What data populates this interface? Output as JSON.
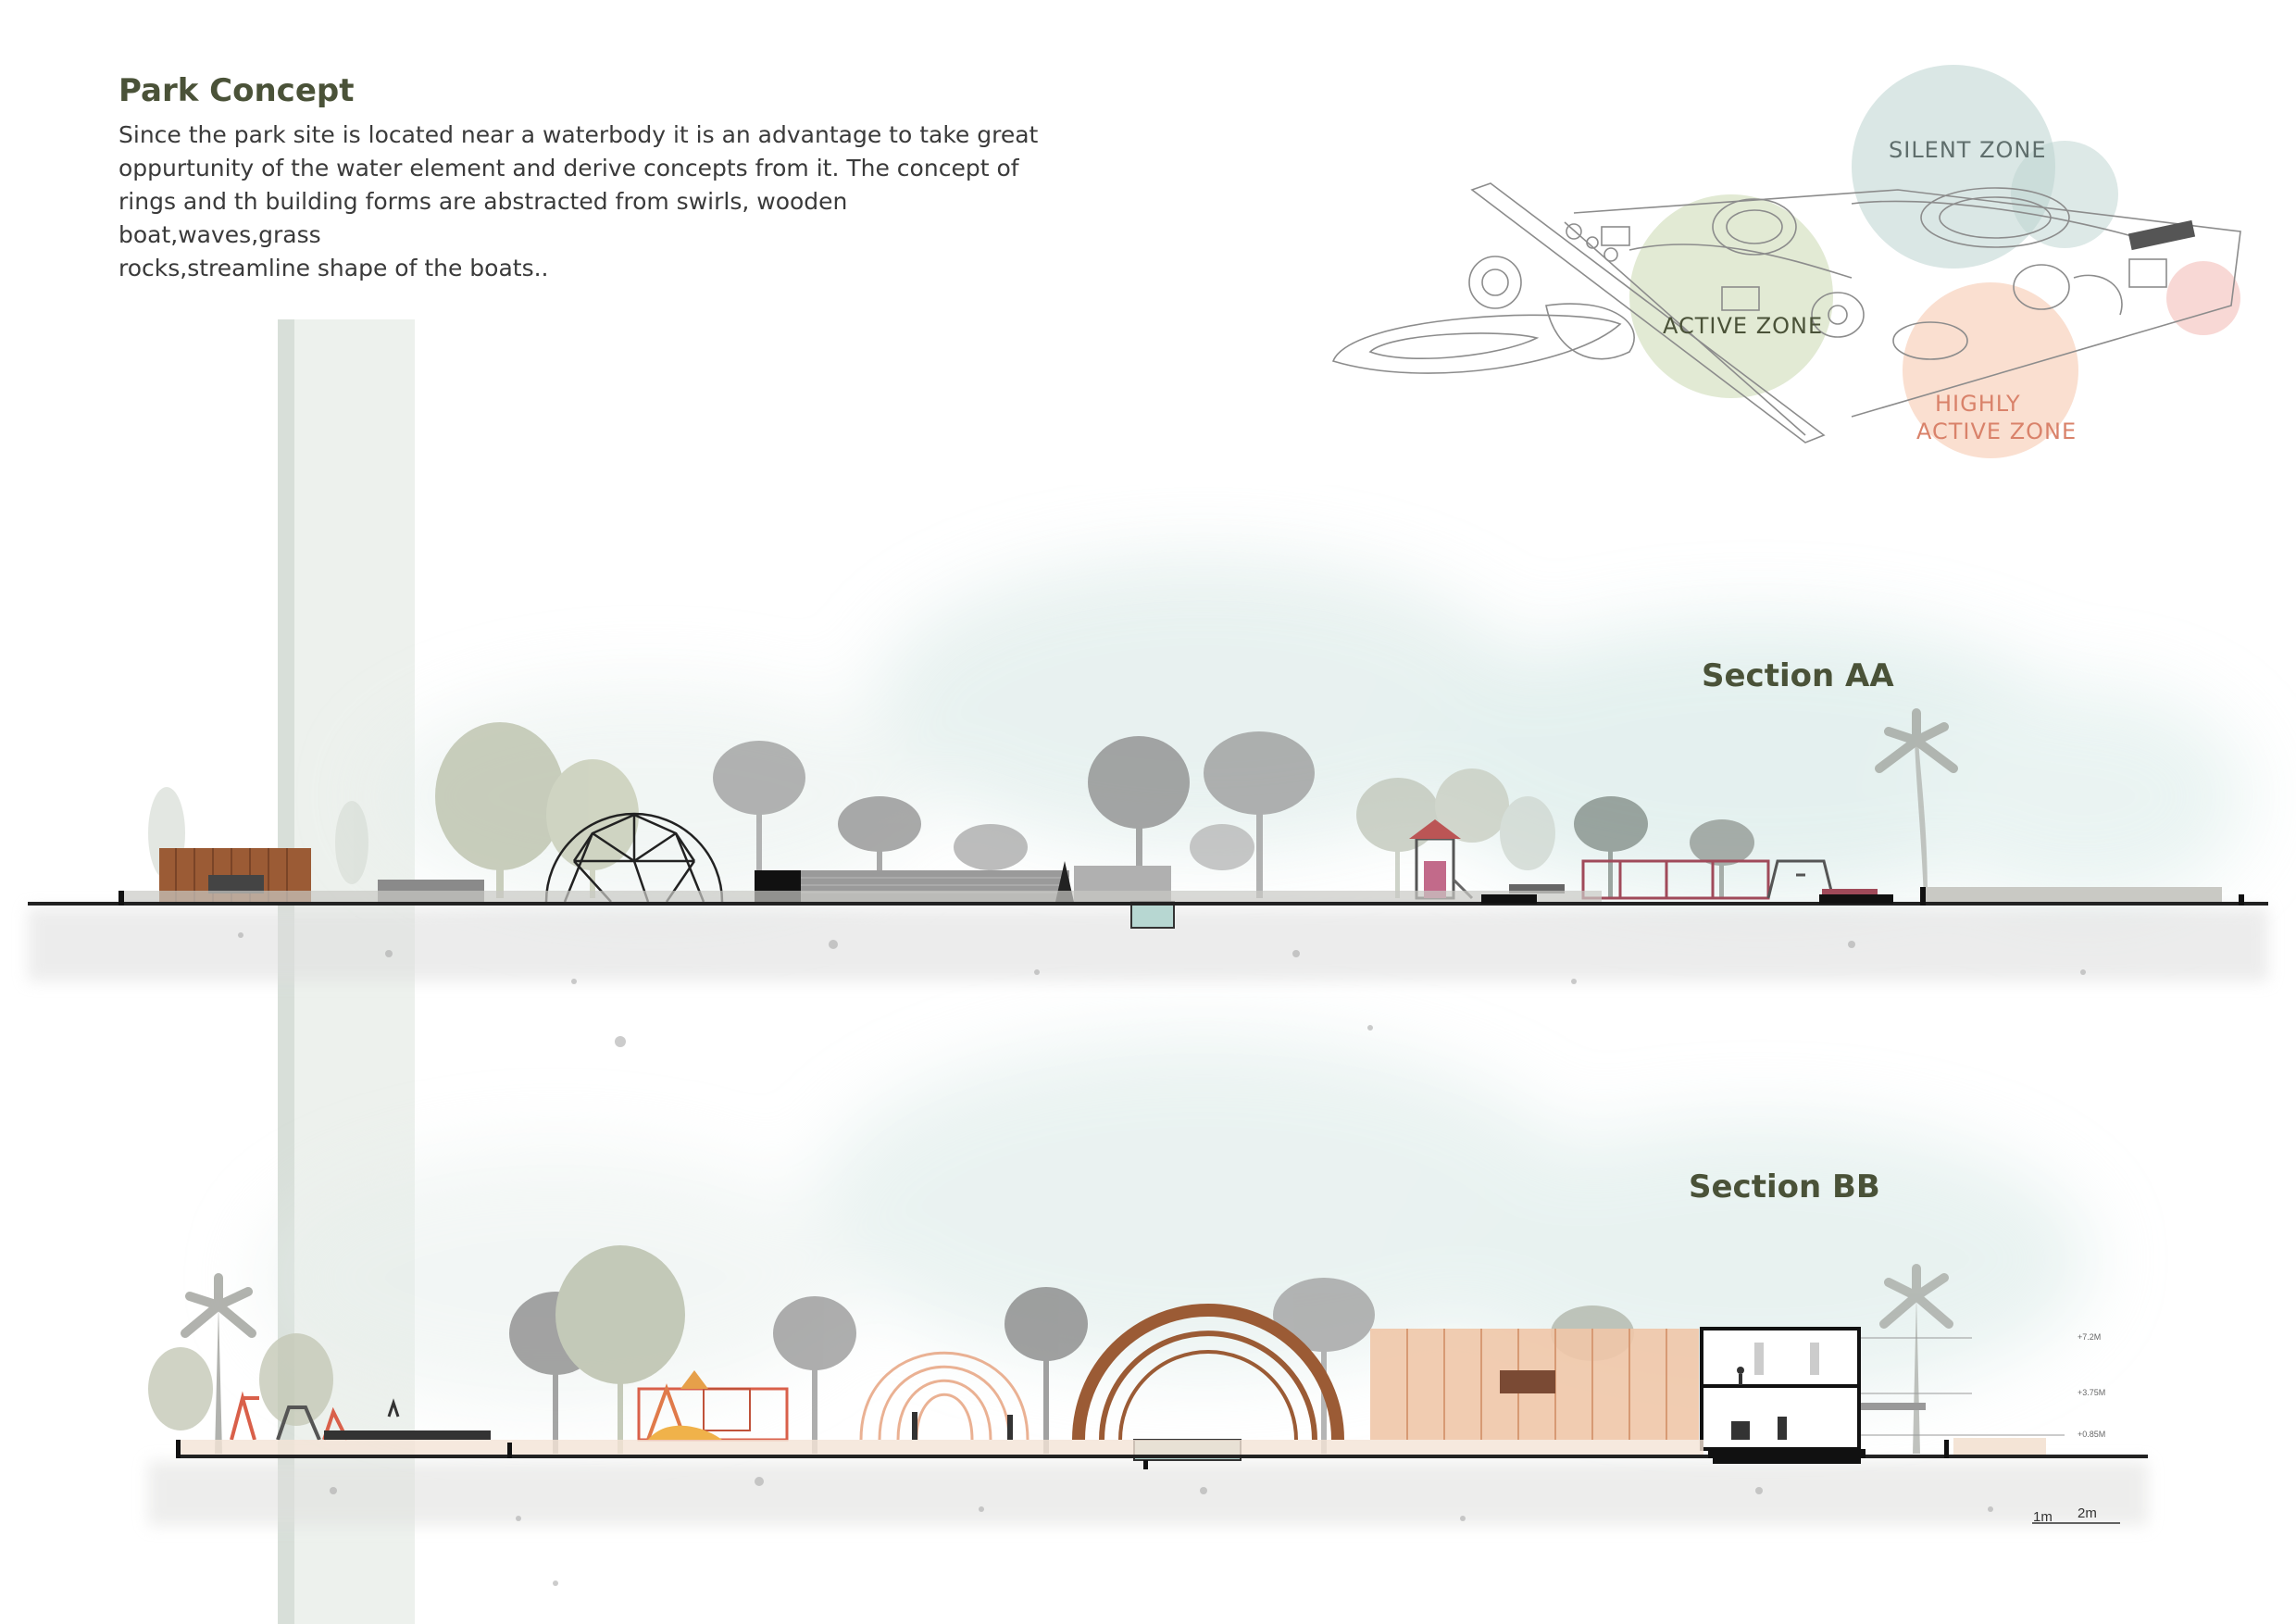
{
  "concept": {
    "title": "Park Concept",
    "body": "Since the park site is located near a waterbody it is an advantage  to take  great\noppurtunity  of the water element and derive concepts from it. The concept  of\nrings and th building forms are abstracted from swirls, wooden boat,waves,grass\nrocks,streamline shape of the boats.."
  },
  "zones": {
    "silent": "SILENT ZONE",
    "active": "ACTIVE ZONE",
    "highly_active_line1": "HIGHLY",
    "highly_active_line2": "ACTIVE ZONE"
  },
  "sections": {
    "aa_title": "Section AA",
    "bb_title": "Section BB",
    "bb_levels": [
      "+7.2M",
      "+3.75M",
      "+0.85M"
    ]
  },
  "scale_bar": {
    "label_1": "1m",
    "label_2": "2m"
  },
  "colors": {
    "heading": "#4a5238",
    "silent_zone": "#bcd3d0",
    "active_zone": "#cfdcb8",
    "highly_active_zone": "#f6c9b0",
    "highly_active_text": "#d9826a",
    "wood": "#9b5b35",
    "ground": "#d8d8d4"
  }
}
